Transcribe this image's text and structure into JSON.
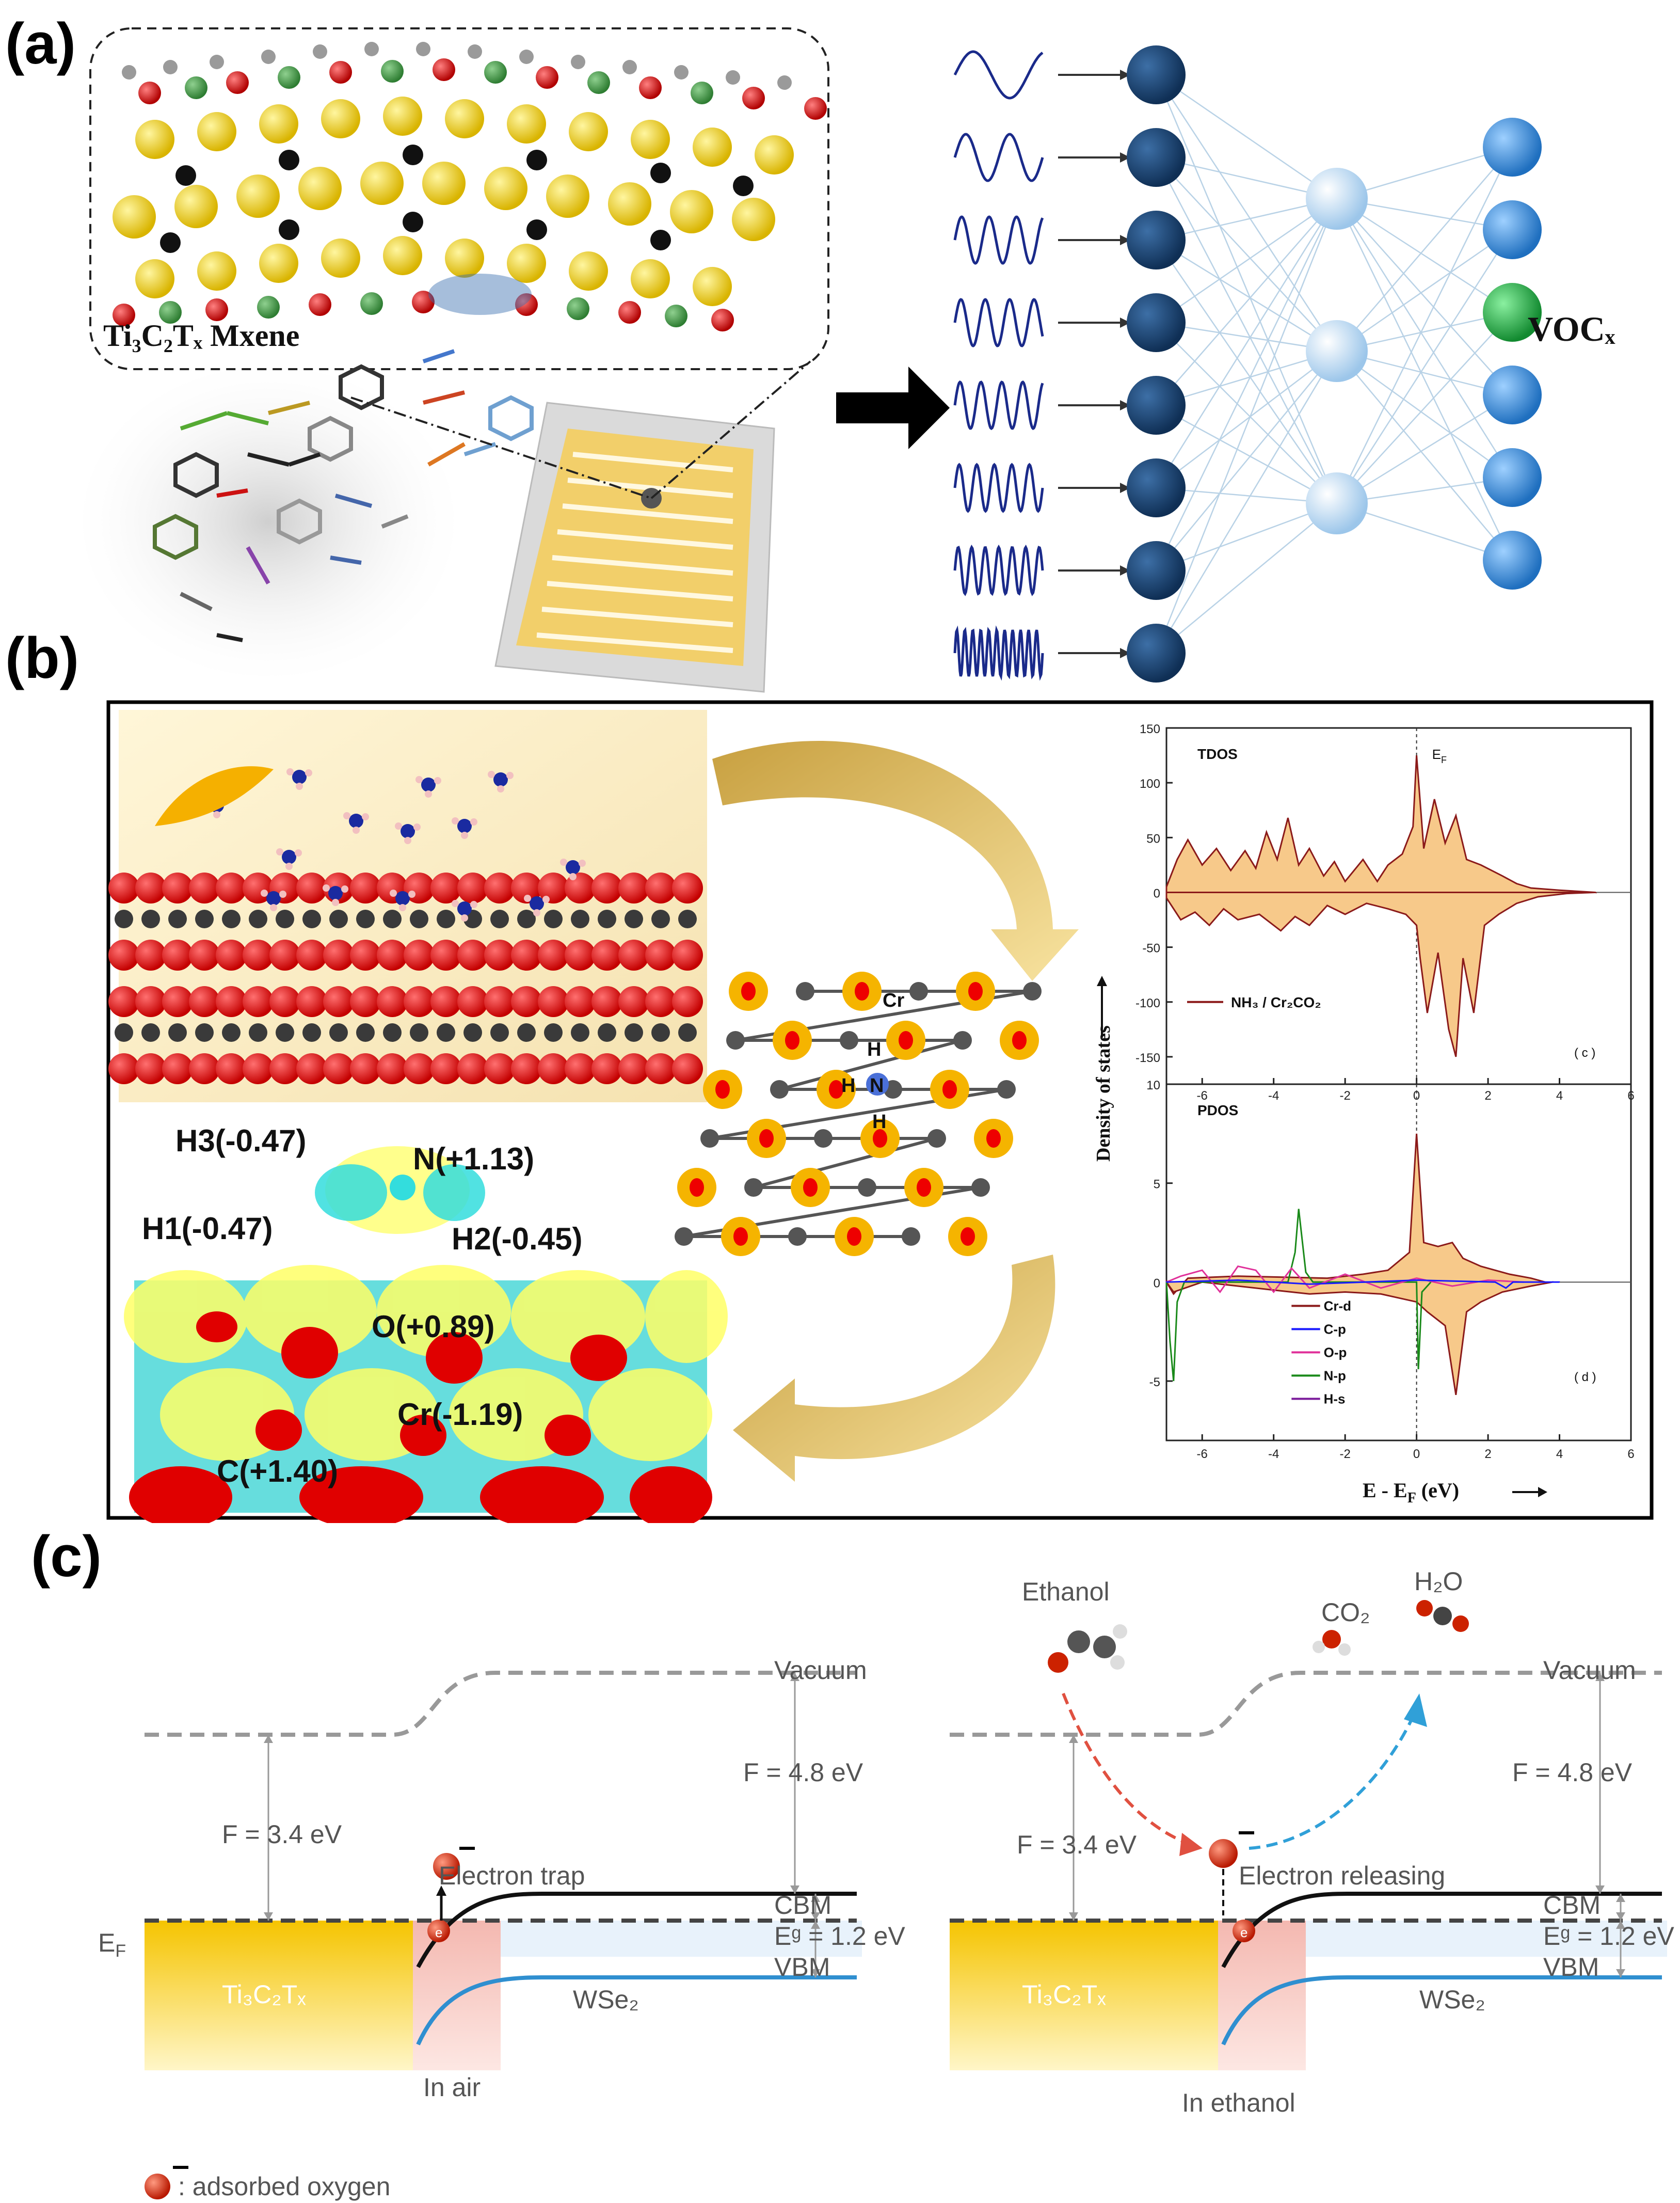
{
  "panels": {
    "a": "(a)",
    "b": "(b)",
    "c": "(c)"
  },
  "panel_a": {
    "mxene_label": "Ti₃C₂Tₓ Mxene",
    "output_label": "VOCₓ",
    "layers": {
      "input": 8,
      "hidden": 3,
      "output": 6
    },
    "colors": {
      "input": "#1f4e79",
      "hidden": "#bcd9f2",
      "output": "#3a8fd6",
      "highlight": "#22aa44"
    }
  },
  "panel_b": {
    "charges": {
      "h3": "H3(-0.47)",
      "n": "N(+1.13)",
      "h1": "H1(-0.47)",
      "h2": "H2(-0.45)",
      "o": "O(+0.89)",
      "cr": "Cr(-1.19)",
      "c": "C(+1.40)"
    },
    "mol_labels": {
      "cr": "Cr",
      "h_top": "H",
      "h_left": "H",
      "n": "N",
      "h_bottom": "H"
    },
    "tdos": {
      "title": "TDOS",
      "ef": "E",
      "ef_sub": "F",
      "legend": "NH₃ / Cr₂CO₂",
      "panel_tag": "( c )",
      "xlim": [
        -7,
        6
      ],
      "ylim": [
        -175,
        150
      ],
      "yticks": [
        150,
        100,
        50,
        0,
        -50,
        -100,
        -150
      ],
      "xticks": [
        -6,
        -4,
        -2,
        0,
        2,
        4,
        6
      ]
    },
    "pdos": {
      "title": "PDOS",
      "panel_tag": "( d )",
      "xlim": [
        -7,
        6
      ],
      "ylim": [
        -8,
        10
      ],
      "yticks": [
        10,
        5,
        0,
        -5
      ],
      "xticks": [
        -6,
        -4,
        -2,
        0,
        2,
        4,
        6
      ],
      "legend": [
        "Cr-d",
        "C-p",
        "O-p",
        "N-p",
        "H-s"
      ],
      "legend_colors": [
        "#8b1a1a",
        "#1a1aff",
        "#e0309a",
        "#1a8a1a",
        "#7a1a9a"
      ]
    },
    "ylabel": "Density of states",
    "xlabel": "E - E",
    "xlabel_sub": "F",
    "xlabel_unit": " (eV)"
  },
  "panel_c": {
    "left": {
      "vacuum": "Vacuum",
      "f_right": "F = 4.8 eV",
      "f_left": "F = 3.4 eV",
      "trap": "Electron trap",
      "cbm": "CBM",
      "eg": "Eᵍ = 1.2 eV",
      "vbm": "VBM",
      "ef": "E",
      "ef_sub": "F",
      "metal": "Ti₃C₂Tₓ",
      "semi": "WSe₂",
      "caption": "In air"
    },
    "right": {
      "ethanol": "Ethanol",
      "co2": "CO₂",
      "h2o": "H₂O",
      "vacuum": "Vacuum",
      "f_right": "F = 4.8 eV",
      "f_left": "F = 3.4 eV",
      "release": "Electron releasing",
      "cbm": "CBM",
      "eg": "Eᵍ = 1.2 eV",
      "vbm": "VBM",
      "metal": "Ti₃C₂Tₓ",
      "semi": "WSe₂",
      "caption": "In ethanol"
    },
    "legend": ": adsorbed oxygen",
    "electron_symbol": "e"
  }
}
